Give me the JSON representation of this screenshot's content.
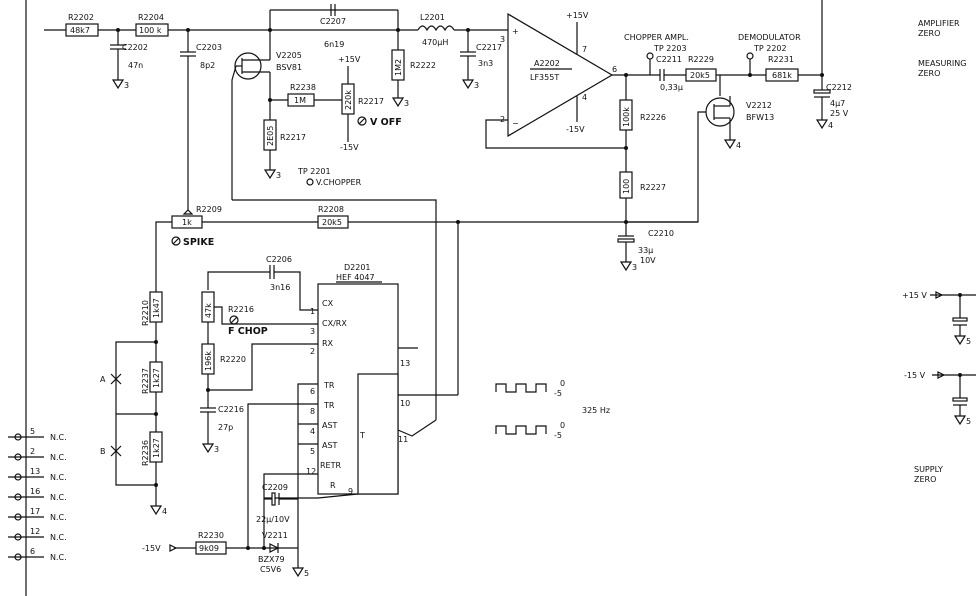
{
  "resistors": {
    "r2202": {
      "ref": "R2202",
      "value": "48k7"
    },
    "r2204": {
      "ref": "R2204",
      "value": "100 k"
    },
    "r2238": {
      "ref": "R2238",
      "value": "1M"
    },
    "r2217a": {
      "ref": "R2217",
      "value": "220k"
    },
    "r2217b": {
      "ref": "R2217",
      "value": "2E05"
    },
    "r2222": {
      "ref": "R2222",
      "value": "1M2"
    },
    "r2229": {
      "ref": "R2229",
      "value": "20k5"
    },
    "r2231": {
      "ref": "R2231",
      "value": "681k"
    },
    "r2226": {
      "ref": "R2226",
      "value": "100k"
    },
    "r2227": {
      "ref": "R2227",
      "value": "100"
    },
    "r2209": {
      "ref": "R2209",
      "value": "1k"
    },
    "r2208": {
      "ref": "R2208",
      "value": "20k5"
    },
    "r2210": {
      "ref": "R2210",
      "value": "1k47"
    },
    "r2216": {
      "ref": "R2216",
      "value": "47k"
    },
    "r2220": {
      "ref": "R2220",
      "value": "196k"
    },
    "r2237": {
      "ref": "R2237",
      "value": "1k27"
    },
    "r2236": {
      "ref": "R2236",
      "value": "1k27"
    },
    "r2230": {
      "ref": "R2230",
      "value": "9k09"
    }
  },
  "capacitors": {
    "c2202": {
      "ref": "C2202",
      "value": "47n"
    },
    "c2203": {
      "ref": "C2203",
      "value": "8p2"
    },
    "c2207": {
      "ref": "C2207",
      "value": "6n19"
    },
    "c2217": {
      "ref": "C2217",
      "value": "3n3"
    },
    "c2211": {
      "ref": "C2211",
      "value": "0,33μ"
    },
    "c2212": {
      "ref": "C2212",
      "value1": "4μ7",
      "value2": "25 V"
    },
    "c2210": {
      "ref": "C2210",
      "value1": "33μ",
      "value2": "10V"
    },
    "c2206": {
      "ref": "C2206",
      "value": "3n16"
    },
    "c2216": {
      "ref": "C2216",
      "value": "27p"
    },
    "c2209": {
      "ref": "C2209",
      "value": "22μ/10V"
    }
  },
  "inductor": {
    "ref": "L2201",
    "value": "470μH"
  },
  "opamp": {
    "ref": "A2202",
    "part": "LF355T",
    "plus_pin": "3",
    "minus_pin": "2",
    "out_pin": "6",
    "vplus_pin": "7",
    "vminus_pin": "4",
    "vplus": "+15V",
    "vminus": "-15V"
  },
  "fet1": {
    "ref": "V2205",
    "part": "BSV81"
  },
  "fet2": {
    "ref": "V2212",
    "part": "BFW13"
  },
  "zener": {
    "ref": "V2211",
    "part": "BZX79",
    "value": "C5V6"
  },
  "ic": {
    "ref": "D2201",
    "part": "HEF 4047",
    "pins_left": [
      {
        "num": "1",
        "name": "CX"
      },
      {
        "num": "3",
        "name": "CX/RX"
      },
      {
        "num": "2",
        "name": "RX"
      },
      {
        "num": "6",
        "name": "TR"
      },
      {
        "num": "8",
        "name": "TR"
      },
      {
        "num": "4",
        "name": "AST"
      },
      {
        "num": "5",
        "name": "AST"
      },
      {
        "num": "12",
        "name": "RETR"
      },
      {
        "num": "9",
        "name": "R"
      }
    ],
    "pin13": "13",
    "pin10": "10",
    "pin11": "11",
    "label_t": "T"
  },
  "test_points": {
    "tp2201": {
      "ref": "TP 2201",
      "name": "V.CHOPPER"
    },
    "tp2203": {
      "ref": "TP 2203",
      "name": "CHOPPER AMPL."
    },
    "tp2202": {
      "ref": "TP 2202",
      "name": "DEMODULATOR"
    }
  },
  "trims": {
    "voff": "V OFF",
    "spike": "SPIKE",
    "fchop": "F CHOP"
  },
  "rails": {
    "p15": "+15 V",
    "m15": "-15 V",
    "neg15_in": "-15V",
    "p15_r": "+15V",
    "m15_r": "-15V"
  },
  "grounds": {
    "g3": "3",
    "g4": "4",
    "g5": "5"
  },
  "nodes": {
    "a": "A",
    "b": "B"
  },
  "waveforms": {
    "freq": "325 Hz",
    "hi": "0",
    "lo": "-5"
  },
  "right_labels": {
    "amp_zero1": "AMPLIFIER",
    "amp_zero2": "ZERO",
    "meas_zero1": "MEASURING",
    "meas_zero2": "ZERO",
    "supply_zero1": "SUPPLY",
    "supply_zero2": "ZERO"
  },
  "connector": {
    "pins": [
      "5",
      "2",
      "13",
      "16",
      "17",
      "12",
      "6"
    ],
    "nc": "N.C."
  }
}
